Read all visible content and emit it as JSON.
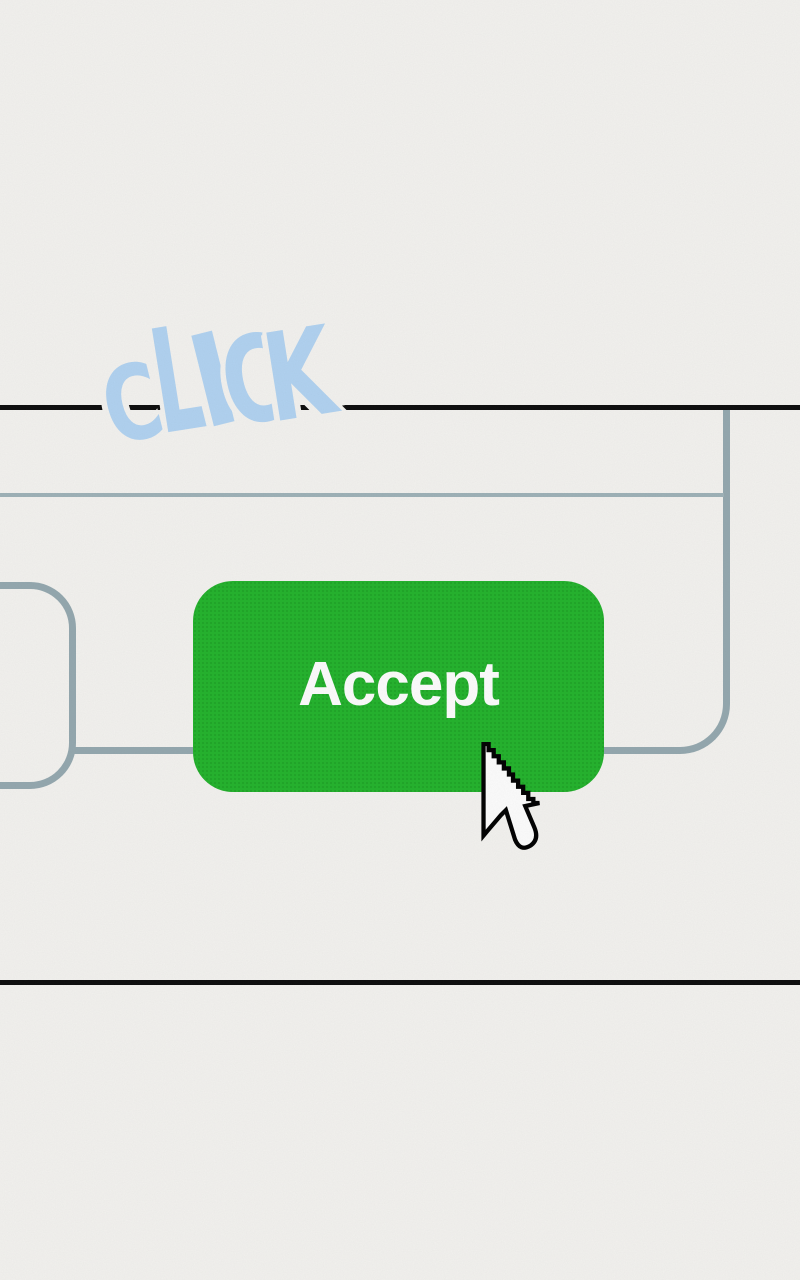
{
  "page": {
    "background_color": "#f5f4f1",
    "rule_color": "#0c0c0c",
    "panel_border_color": "#95a9b0"
  },
  "annotation": {
    "word": "CLICK",
    "letters": [
      "C",
      "L",
      "I",
      "C",
      "K"
    ],
    "color": "#b2d4f3"
  },
  "dialog": {
    "accept_button": {
      "label": "Accept",
      "background_color": "#23b42c",
      "text_color": "#ffffff"
    }
  },
  "cursor": {
    "icon": "arrow-cursor"
  }
}
